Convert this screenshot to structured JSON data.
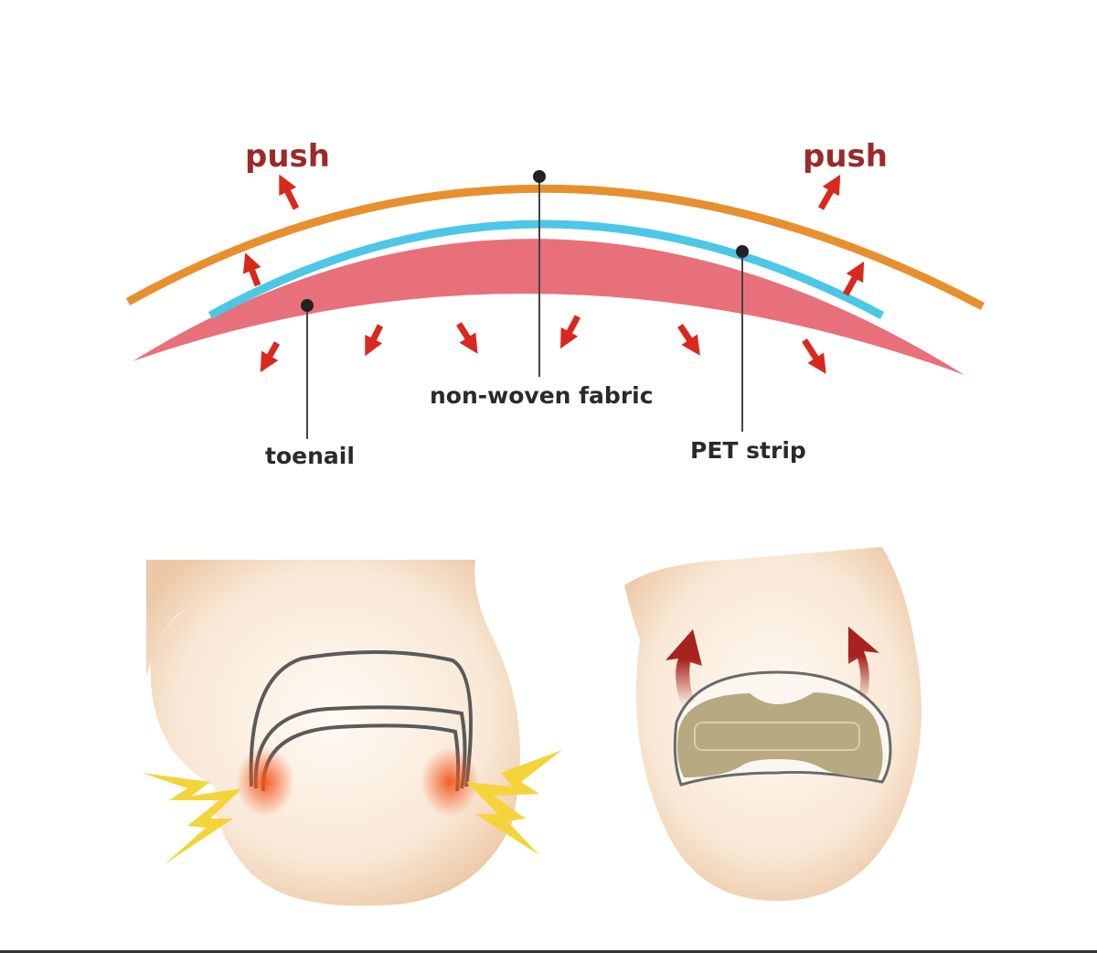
{
  "labels": {
    "push_left": "push",
    "push_right": "push",
    "fabric": "non-woven fabric",
    "toenail": "toenail",
    "pet": "PET strip"
  },
  "colors": {
    "fabric": "#e8902e",
    "pet": "#4cc7e6",
    "toenail": "#e8707a",
    "arrow": "#d9281e",
    "push_text": "#9b2a2a",
    "skin": "#f3d9bd",
    "strip": "#b3a57c",
    "lift_arrow": "#a8221f",
    "pain": "#f4d43a"
  }
}
